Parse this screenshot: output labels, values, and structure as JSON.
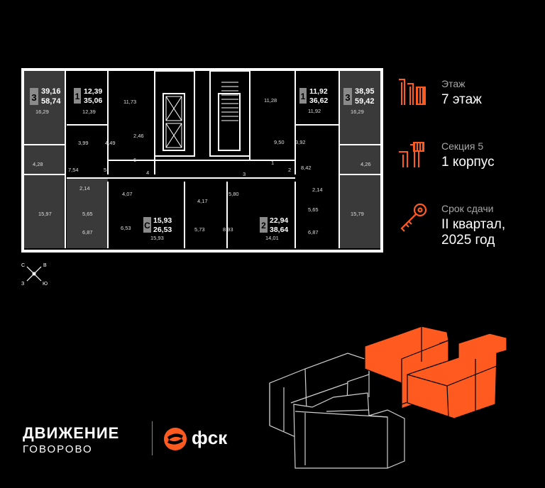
{
  "colors": {
    "accent": "#ff5a1f",
    "background": "#000000",
    "wall": "#ffffff",
    "unit_fill": "#3a3a3a"
  },
  "info": {
    "floor": {
      "icon": "floor-icon",
      "label": "Этаж",
      "value": "7 этаж"
    },
    "section": {
      "icon": "section-icon",
      "label": "Секция 5",
      "value": "1 корпус"
    },
    "delivery": {
      "icon": "key-icon",
      "label": "Срок сдачи",
      "value_line1": "II квартал,",
      "value_line2": "2025 год"
    }
  },
  "apartments": [
    {
      "rooms": "3",
      "area_living": "39,16",
      "area_total": "58,74"
    },
    {
      "rooms": "1",
      "area_living": "12,39",
      "area_total": "35,06"
    },
    {
      "rooms": "1",
      "area_living": "11,92",
      "area_total": "36,62"
    },
    {
      "rooms": "3",
      "area_living": "38,95",
      "area_total": "59,42"
    },
    {
      "rooms": "С",
      "area_living": "15,93",
      "area_total": "26,53"
    },
    {
      "rooms": "2",
      "area_living": "22,94",
      "area_total": "38,64"
    }
  ],
  "room_areas": [
    "16,29",
    "12,39",
    "11,73",
    "11,28",
    "11,92",
    "16,29",
    "2,46",
    "9,50",
    "3,99",
    "4,49",
    "3,92",
    "4,28",
    "7,54",
    "5",
    "6",
    "4",
    "3",
    "1",
    "2",
    "8,42",
    "4,26",
    "2,14",
    "2,14",
    "4,07",
    "4,17",
    "5,80",
    "15,97",
    "5,65",
    "5,65",
    "15,79",
    "6,87",
    "6,53",
    "5,73",
    "8,93",
    "14,01",
    "6,87",
    "15,93"
  ],
  "compass": {
    "n": "С",
    "e": "В",
    "w": "З",
    "s": "Ю"
  },
  "brand": {
    "name": "ДВИЖЕНИЕ",
    "sub": "ГОВОРОВО",
    "developer": "фск"
  }
}
